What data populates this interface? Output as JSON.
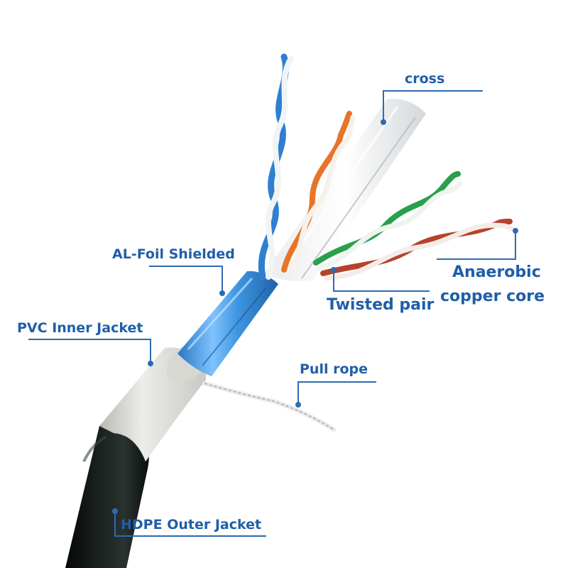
{
  "labels": {
    "cross": "cross",
    "al_foil": "AL-Foil Shielded",
    "pvc_inner": "PVC Inner Jacket",
    "twisted_pair": "Twisted pair",
    "anaerobic_line1": "Anaerobic",
    "anaerobic_line2": "copper core",
    "pull_rope": "Pull rope",
    "hdpe_outer": "HDPE Outer Jacket"
  },
  "colors": {
    "label_text": "#1f5fa8",
    "leader_line": "#2c6bb3",
    "foil_blue": "#3a8fd8",
    "outer_jacket": "#141a18",
    "inner_jacket": "#dcdcd8"
  },
  "pair_colors": [
    "blue",
    "orange",
    "green",
    "brown"
  ]
}
